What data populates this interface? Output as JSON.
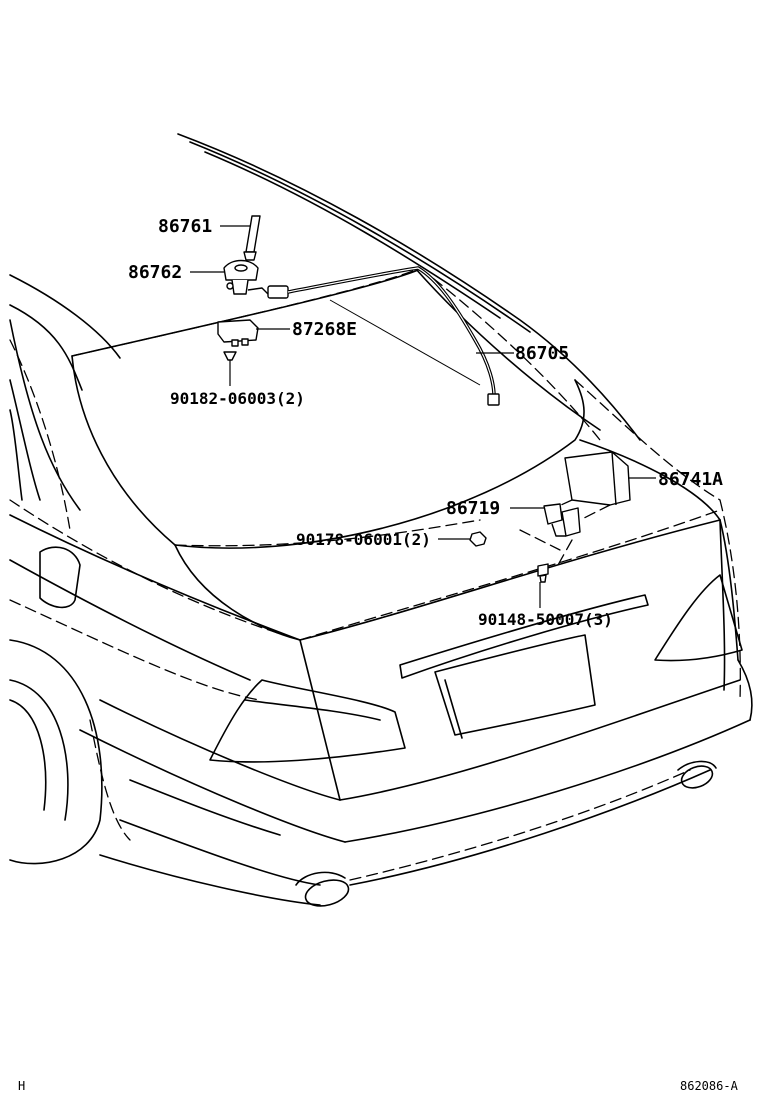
{
  "diagram": {
    "parts": {
      "antenna_rod": "86761",
      "antenna_base": "86762",
      "antenna_pad": "87268E",
      "antenna_clip": "90182-06003(2)",
      "antenna_cord": "86705",
      "amplifier": "86741A",
      "bracket": "86719",
      "nut": "90178-06001(2)",
      "screw": "90148-50007(3)"
    },
    "footer": {
      "left_code": "H",
      "figure_id": "862086-A"
    }
  }
}
